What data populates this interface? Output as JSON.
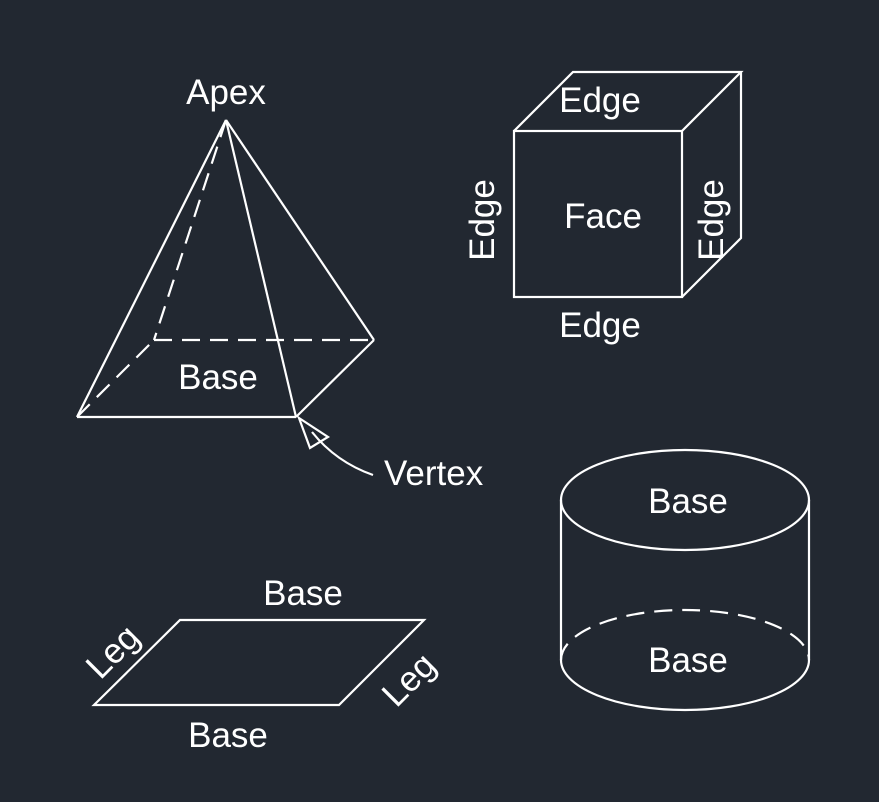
{
  "pyramid": {
    "apex_label": "Apex",
    "base_label": "Base",
    "vertex_label": "Vertex"
  },
  "cube": {
    "edge_top_label": "Edge",
    "edge_left_label": "Edge",
    "edge_right_label": "Edge",
    "edge_bottom_label": "Edge",
    "face_label": "Face"
  },
  "cylinder": {
    "top_base_label": "Base",
    "bottom_base_label": "Base"
  },
  "parallelogram": {
    "top_base_label": "Base",
    "bottom_base_label": "Base",
    "left_leg_label": "Leg",
    "right_leg_label": "Leg"
  },
  "colors": {
    "background": "#222831",
    "line": "#ffffff",
    "text": "#ffffff"
  }
}
